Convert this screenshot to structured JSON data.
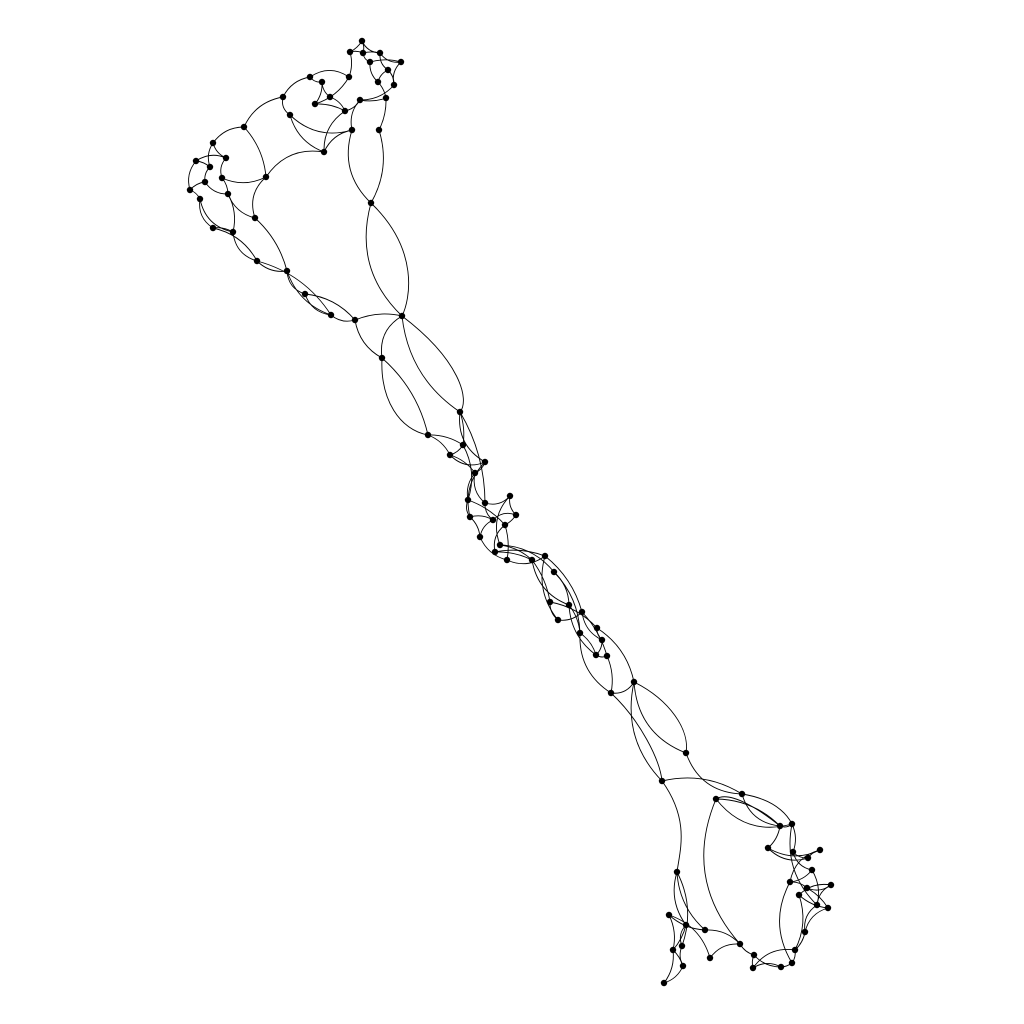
{
  "diagram": {
    "type": "node-link graph",
    "style": {
      "background": "#ffffff",
      "node_color": "#000000",
      "edge_color": "#000000",
      "edge_shape": "curved arcs",
      "labels": "none"
    }
  }
}
